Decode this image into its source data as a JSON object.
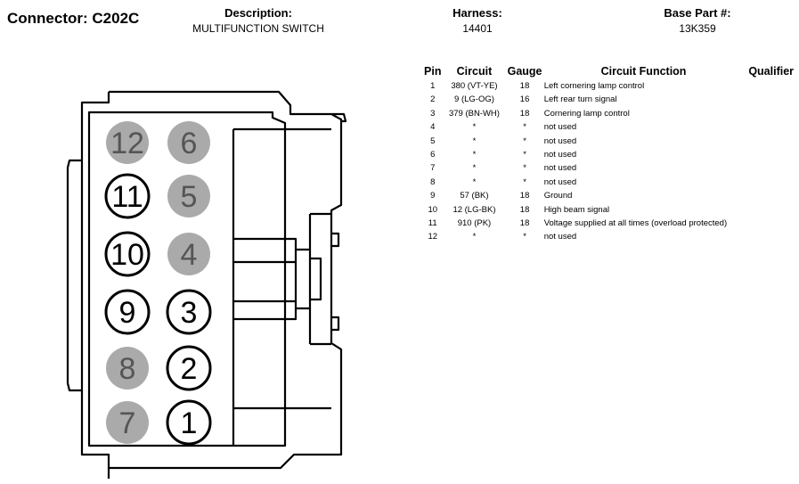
{
  "header": {
    "connector_label": "Connector: C202C",
    "description_label": "Description:",
    "description_value": "MULTIFUNCTION SWITCH",
    "harness_label": "Harness:",
    "harness_value": "14401",
    "base_part_label": "Base Part #:",
    "base_part_value": "13K359"
  },
  "table": {
    "columns": [
      "Pin",
      "Circuit",
      "Gauge",
      "Circuit Function",
      "Qualifier"
    ],
    "rows": [
      {
        "pin": "1",
        "circuit": "380 (VT-YE)",
        "gauge": "18",
        "function": "Left cornering lamp control",
        "qualifier": ""
      },
      {
        "pin": "2",
        "circuit": "9 (LG-OG)",
        "gauge": "16",
        "function": "Left rear turn signal",
        "qualifier": ""
      },
      {
        "pin": "3",
        "circuit": "379 (BN-WH)",
        "gauge": "18",
        "function": "Cornering lamp control",
        "qualifier": ""
      },
      {
        "pin": "4",
        "circuit": "*",
        "gauge": "*",
        "function": "not used",
        "qualifier": ""
      },
      {
        "pin": "5",
        "circuit": "*",
        "gauge": "*",
        "function": "not used",
        "qualifier": ""
      },
      {
        "pin": "6",
        "circuit": "*",
        "gauge": "*",
        "function": "not used",
        "qualifier": ""
      },
      {
        "pin": "7",
        "circuit": "*",
        "gauge": "*",
        "function": "not used",
        "qualifier": ""
      },
      {
        "pin": "8",
        "circuit": "*",
        "gauge": "*",
        "function": "not used",
        "qualifier": ""
      },
      {
        "pin": "9",
        "circuit": "57 (BK)",
        "gauge": "18",
        "function": "Ground",
        "qualifier": ""
      },
      {
        "pin": "10",
        "circuit": "12 (LG-BK)",
        "gauge": "18",
        "function": "High beam signal",
        "qualifier": ""
      },
      {
        "pin": "11",
        "circuit": "910 (PK)",
        "gauge": "18",
        "function": "Voltage supplied at all times (overload protected)",
        "qualifier": ""
      },
      {
        "pin": "12",
        "circuit": "*",
        "gauge": "*",
        "function": "not used",
        "qualifier": ""
      }
    ]
  },
  "connector": {
    "pins": [
      {
        "label": "12",
        "used": false
      },
      {
        "label": "6",
        "used": false
      },
      {
        "label": "11",
        "used": true
      },
      {
        "label": "5",
        "used": false
      },
      {
        "label": "10",
        "used": true
      },
      {
        "label": "4",
        "used": false
      },
      {
        "label": "9",
        "used": true
      },
      {
        "label": "3",
        "used": true
      },
      {
        "label": "8",
        "used": false
      },
      {
        "label": "2",
        "used": true
      },
      {
        "label": "7",
        "used": false
      },
      {
        "label": "1",
        "used": true
      }
    ],
    "colors": {
      "unused_fill": "#aaaaaa",
      "used_fill": "#ffffff",
      "stroke": "#000000"
    }
  }
}
